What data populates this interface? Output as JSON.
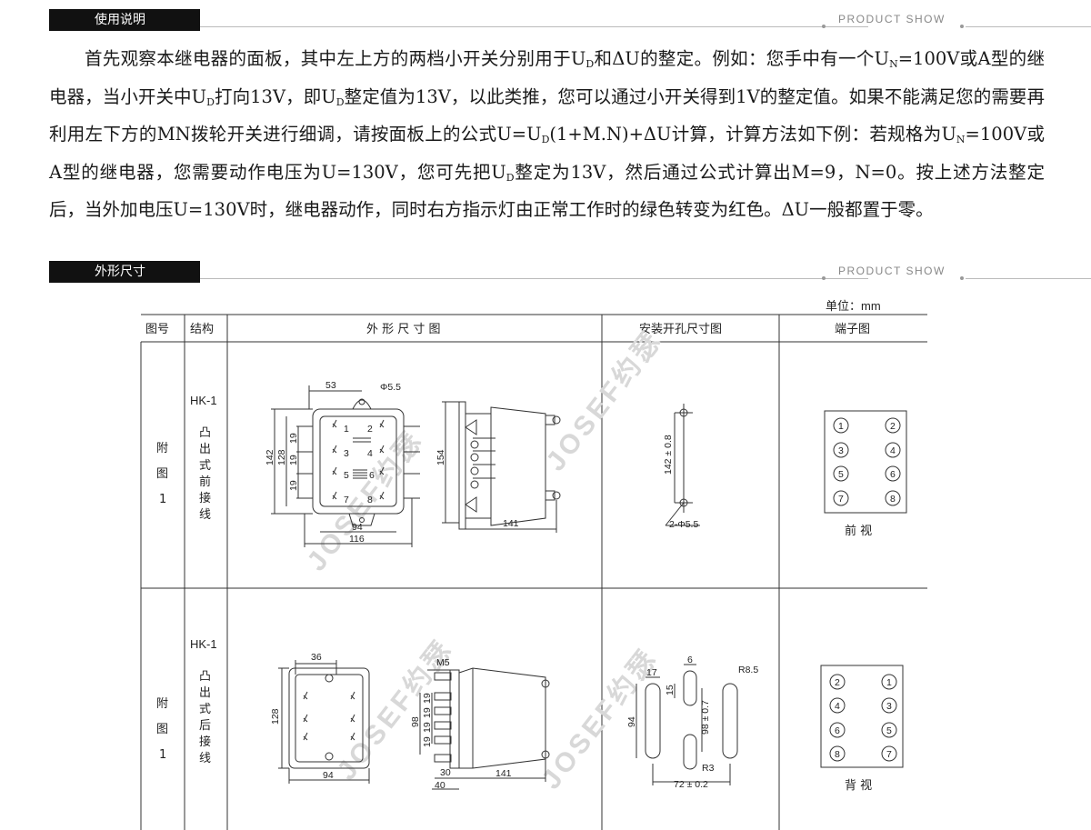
{
  "sections": [
    {
      "tag": "使用说明",
      "label": "PRODUCT SHOW"
    },
    {
      "tag": "外形尺寸",
      "label": "PRODUCT SHOW"
    }
  ],
  "intro": {
    "t1": "首先观察本继电器的面板，其中左上方的两档小开关分别用于U",
    "s1": "D",
    "t2": "和ΔU的整定。例如：您手中有一个U",
    "s2": "N",
    "t3": "=100V或A型的继电器，当小开关中U",
    "s3": "D",
    "t4": "打向13V，即U",
    "s4": "D",
    "t5": "整定值为13V，以此类推，您可以通过小开关得到1V的整定值。如果不能满足您的需要再利用左下方的MN拨轮开关进行细调，请按面板上的公式U=U",
    "s5": "D",
    "t6": "(1+M.N)+ΔU计算，计算方法如下例：若规格为U",
    "s6": "N",
    "t7": "=100V或A型的继电器，您需要动作电压为U=130V，您可先把U",
    "s7": "D",
    "t8": "整定为13V，然后通过公式计算出M=9，N=0。按上述方法整定后，当外加电压U=130V时，继电器动作，同时右方指示灯由正常工作时的绿色转变为红色。ΔU一般都置于零。"
  },
  "table": {
    "unit": "单位：mm",
    "headers": {
      "fig": "图号",
      "struct": "结构",
      "outline": "外 形 尺 寸 图",
      "mount": "安装开孔尺寸图",
      "terminal": "端子图"
    },
    "rows": [
      {
        "fig": [
          "附",
          "图",
          "1"
        ],
        "model": "HK-1",
        "struct": [
          "凸",
          "出",
          "式",
          "前",
          "接",
          "线"
        ],
        "view": "前 视",
        "terminals": [
          "1",
          "2",
          "3",
          "4",
          "5",
          "6",
          "7",
          "8"
        ]
      },
      {
        "fig": [
          "附",
          "图",
          "1"
        ],
        "model": "HK-1",
        "struct": [
          "凸",
          "出",
          "式",
          "后",
          "接",
          "线"
        ],
        "view": "背 视",
        "terminals": [
          "2",
          "1",
          "4",
          "3",
          "6",
          "5",
          "8",
          "7"
        ]
      }
    ]
  },
  "dims": {
    "r1": {
      "d53": "53",
      "phi": "Φ5.5",
      "d142": "142",
      "d128": "128",
      "d19a": "19",
      "d19b": "19",
      "d19c": "19",
      "d94": "94",
      "d116": "116",
      "d154": "154",
      "d141": "141",
      "m142": "142 ± 0.8",
      "m2phi": "2-Φ5.5",
      "p1": "1",
      "p2": "2",
      "p3": "3",
      "p4": "4",
      "p5": "5",
      "p6": "6",
      "p7": "7",
      "p8": "8"
    },
    "r2": {
      "d36": "36",
      "d128": "128",
      "d94": "94",
      "m5": "M5",
      "d98": "98",
      "d19a": "19",
      "d19b": "19",
      "d19c": "19",
      "d19d": "19",
      "d30": "30",
      "d40": "40",
      "d141": "141",
      "m17": "17",
      "m6": "6",
      "m15": "15",
      "r85": "R8.5",
      "m94": "94",
      "m98": "98 ± 0.7",
      "r3": "R3",
      "m72": "72 ± 0.2"
    }
  },
  "watermark": "JOSEF约瑟"
}
